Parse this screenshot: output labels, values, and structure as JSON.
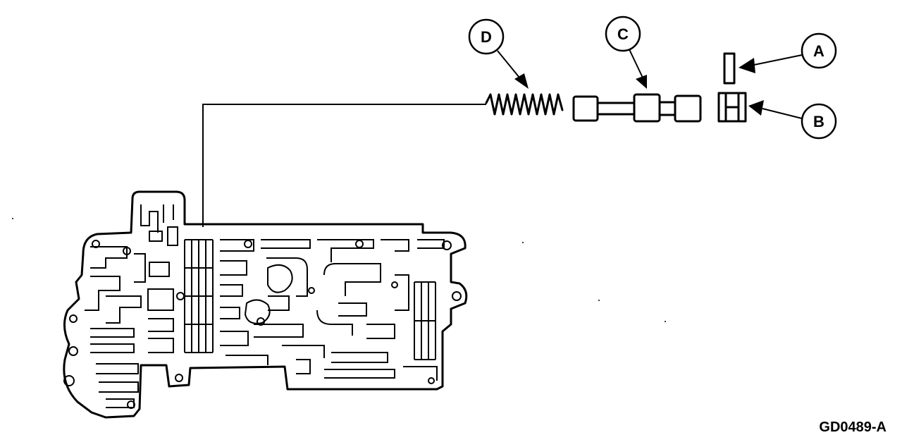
{
  "callouts": {
    "a": "A",
    "b": "B",
    "c": "C",
    "d": "D"
  },
  "figure_id": "GD0489-A",
  "parts": {
    "a": "retainer-plate",
    "b": "bore-plug",
    "c": "valve-spool",
    "d": "spring",
    "main": "valve-body"
  }
}
